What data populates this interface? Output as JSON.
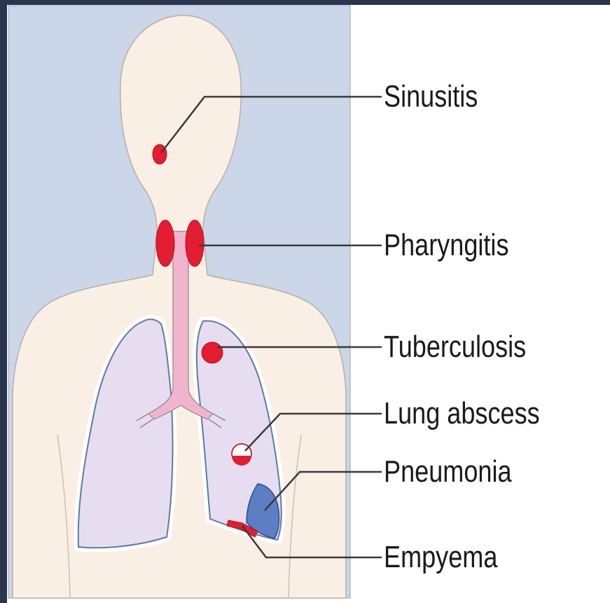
{
  "labels": {
    "sinusitis": "Sinusitis",
    "pharyngitis": "Pharyngitis",
    "tuberculosis": "Tuberculosis",
    "lung_abscess": "Lung abscess",
    "pneumonia": "Pneumonia",
    "empyema": "Empyema"
  },
  "colors": {
    "panel_background": "#cbd6e8",
    "skin": "#faefe4",
    "lung_fill": "#e6def0",
    "trachea": "#f2b4cc",
    "infection_red": "#e31d2f",
    "pneumonia_blue": "#5b7ec4",
    "frame": "#2a3550"
  }
}
